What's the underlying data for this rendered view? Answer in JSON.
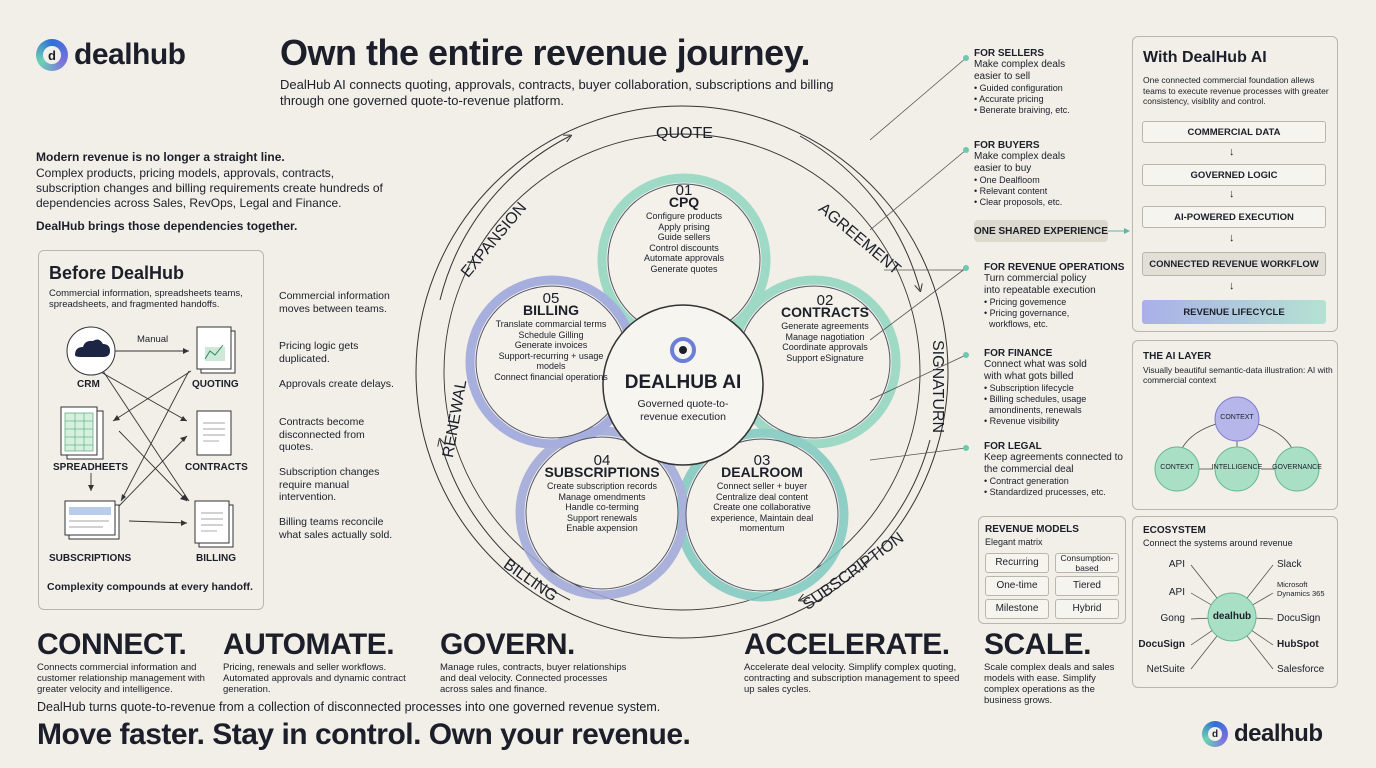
{
  "brand": {
    "name": "dealhub"
  },
  "header": {
    "title": "Own the entire revenue journey.",
    "subtitle": "DealHub AI connects quoting, approvals, contracts, buyer collaboration, subscriptions and billing through one governed quote-to-revenue platform."
  },
  "intro": {
    "heading": "Modern revenue is no longer a straight line.",
    "body": "Complex products, pricing models, approvals, contracts, subscription changes and billing requirements create hundreds of dependencies across Sales, RevOps, Legal and Finance.",
    "closing": "DealHub brings those dependencies together."
  },
  "before": {
    "title": "Before DealHub",
    "subtitle": "Commercial information, spreadsheets teams, spreadsheets, and fragmented handoffs.",
    "manual_label": "Manual",
    "nodes": [
      "CRM",
      "QUOTING",
      "SPREADHEETS",
      "CONTRACTS",
      "SUBSCRIPTIONS",
      "BILLING"
    ],
    "footer": "Complexity compounds at every handoff.",
    "pains": [
      "Commercial information moves between teams.",
      "Pricing logic gets duplicated.",
      "Approvals create delays.",
      "Contracts become disconnected from quotes.",
      "Subscription changes require manual intervention.",
      "Billing teams reconcile what sales actually sold."
    ]
  },
  "cycle": {
    "ring_labels": [
      "QUOTE",
      "AGREEMENT",
      "SIGNATURN",
      "SUBSCRIPTION",
      "BILLING",
      "RENEWAL",
      "EXPANSION"
    ],
    "center": {
      "title": "DEALHUB AI",
      "subtitle": "Governed quote-to-revenue execution"
    },
    "petals": [
      {
        "num": "01",
        "title": "CPQ",
        "items": [
          "Configure products",
          "Apply prising",
          "Guide sellers",
          "Control discounts",
          "Automate approvals",
          "Generate quotes"
        ]
      },
      {
        "num": "02",
        "title": "CONTRACTS",
        "items": [
          "Generate agreements",
          "Manage nagotiation",
          "Coordinate approvals",
          "Support eSignature"
        ]
      },
      {
        "num": "03",
        "title": "DEALROOM",
        "items": [
          "Connect seller + buyer",
          "Centralize deal content",
          "Create one collaborative experience, Maintain deal momentum"
        ]
      },
      {
        "num": "04",
        "title": "SUBSCRIPTIONS",
        "items": [
          "Create subscription records",
          "Manage omendments",
          "Handle co-terming",
          "Support renewals",
          "Enable axpension"
        ]
      },
      {
        "num": "05",
        "title": "BILLING",
        "items": [
          "Translate commarcial terms",
          "Schedule Gilling",
          "Generate invoices",
          "Support-recurring + usage models",
          "Connect financial operations"
        ]
      }
    ]
  },
  "audiences": [
    {
      "heading": "FOR SELLERS",
      "tagline": "Make complex deals easier to sell",
      "items": [
        "Guided configuration",
        "Accurate pricing",
        "Benerate braiving, etc."
      ]
    },
    {
      "heading": "FOR BUYERS",
      "tagline": "Make complex deals easier to buy",
      "items": [
        "One Dealfloom",
        "Relevant content",
        "Clear proposols, etc."
      ]
    },
    {
      "heading": "FOR REVENUE OPERATIONS",
      "tagline": "Turn commercial policy into repeatable execution",
      "items": [
        "Pricing govemence",
        "Pricing governance,",
        "workflows, etc."
      ]
    },
    {
      "heading": "FOR FINANCE",
      "tagline": "Connect what was sold with what gots billed",
      "items": [
        "Subscription lifecycle",
        "Billing schedules, usage",
        "amondinents, renewals",
        "Revenue visibility"
      ]
    },
    {
      "heading": "FOR LEGAL",
      "tagline": "Keep agreements connected to the commercial deal",
      "items": [
        "Contract generation",
        "Standardized prucesses, etc."
      ]
    }
  ],
  "shared_experience": "ONE SHARED EXPERIENCE",
  "with_ai": {
    "title": "With DealHub AI",
    "body": "One connected commercial foundation allews teams to execute revenue processes with greater consistency, visiblity and control.",
    "stages": [
      "COMMERCIAL DATA",
      "GOVERNED LOGIC",
      "AI-POWERED EXECUTION",
      "CONNECTED REVENUE WORKFLOW",
      "REVENUE LIFECYCLE"
    ]
  },
  "ai_layer": {
    "title": "THE AI LAYER",
    "body": "Visually beautiful semantic-data illustration: AI with commercial context",
    "nodes": [
      "CONTEXT",
      "CONTEXT",
      "INTELLIGENCE",
      "GOVERNANCE"
    ]
  },
  "revenue_models": {
    "title": "REVENUE MODELS",
    "subtitle": "Elegant matrix",
    "cells": [
      "Recurring",
      "Consumption-based",
      "One-time",
      "Tiered",
      "Milestone",
      "Hybrid"
    ]
  },
  "ecosystem": {
    "title": "ECOSYSTEM",
    "subtitle": "Connect the systems around revenue",
    "hub": "dealhub",
    "left": [
      "API",
      "API",
      "Gong",
      "DocuSign",
      "NetSuite"
    ],
    "right": [
      "Slack",
      "Microsoft Dynamics 365",
      "DocuSign",
      "HubSpot",
      "Salesforce"
    ]
  },
  "pillars": [
    {
      "title": "CONNECT.",
      "desc": "Connects commercial information and customer relationship management with greater velocity and intelligence."
    },
    {
      "title": "AUTOMATE.",
      "desc": "Pricing, renewals and seller workflows. Automated approvals and dynamic contract generation."
    },
    {
      "title": "GOVERN.",
      "desc": "Manage rules, contracts, buyer relationships and deal velocity. Connected processes across sales and finance."
    },
    {
      "title": "ACCELERATE.",
      "desc": "Accelerate deal velocity. Simplify complex quoting, contracting and subscription management to speed up sales cycles."
    },
    {
      "title": "SCALE.",
      "desc": "Scale complex deals and sales models with ease. Simplify complex operations as the business grows."
    }
  ],
  "footer": {
    "statement": "DealHub turns quote-to-revenue from a collection of disconnected processes into one governed revenue system.",
    "tagline": "Move faster. Stay in control. Own your revenue.",
    "brand": "dealhub"
  }
}
